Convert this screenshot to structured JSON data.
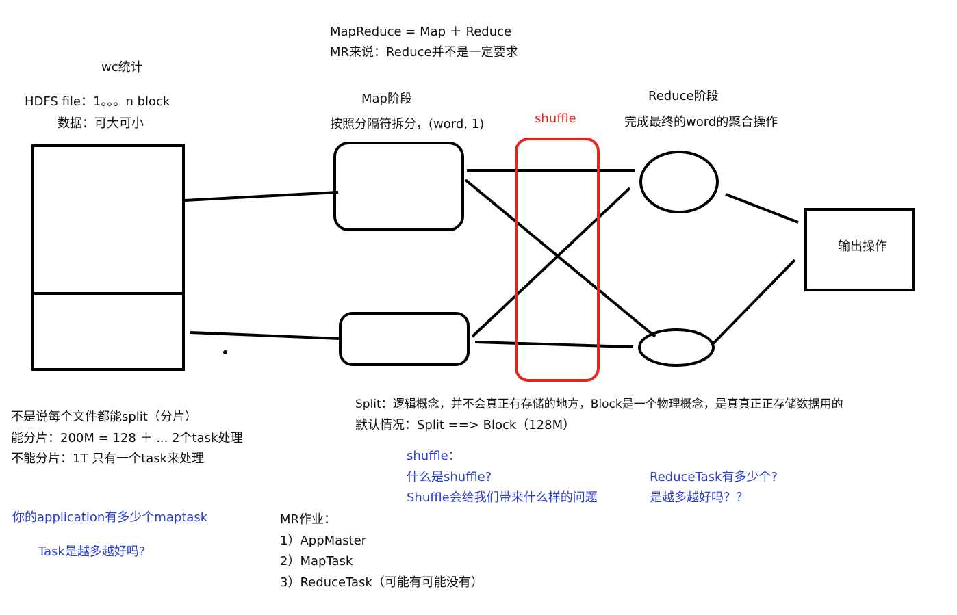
{
  "header": {
    "formula": "MapReduce = Map ＋ Reduce",
    "mr_note": "MR来说：Reduce并不是一定要求"
  },
  "left": {
    "title": "wc统计",
    "hdfs_file": "HDFS file：1。。。n block",
    "data_size": "数据：可大可小"
  },
  "map_stage": {
    "title": "Map阶段",
    "desc": "按照分隔符拆分，(word, 1)"
  },
  "shuffle_label": "shuffle",
  "reduce_stage": {
    "title": "Reduce阶段",
    "desc": "完成最终的word的聚合操作"
  },
  "output_box": "输出操作",
  "split_notes": {
    "line1": "不是说每个文件都能split（分片）",
    "line2": "能分片：200M = 128 ＋ ... 2个task处理",
    "line3": "不能分片：1T 只有一个task来处理"
  },
  "split_concept": {
    "line1": "Split：逻辑概念，并不会真正有存储的地方，Block是一个物理概念，是真真正正存储数据用的",
    "line2": "默认情况：Split ==> Block（128M）"
  },
  "shuffle_questions": {
    "heading": "shuffle：",
    "q1": "什么是shuffle?",
    "q2": "Shuffle会给我们带来什么样的问题"
  },
  "reduce_questions": {
    "q1": "ReduceTask有多少个?",
    "q2": "是越多越好吗？？"
  },
  "maptask_questions": {
    "q1": "你的application有多少个maptask",
    "q2": "Task是越多越好吗?"
  },
  "mr_job": {
    "heading": "MR作业：",
    "items": [
      "1）AppMaster",
      "2）MapTask",
      "3）ReduceTask（可能有可能没有）"
    ]
  },
  "colors": {
    "text": "#111111",
    "question_blue": "#2a3fd0",
    "shuffle_red": "#e8231c",
    "stroke": "#000000"
  }
}
